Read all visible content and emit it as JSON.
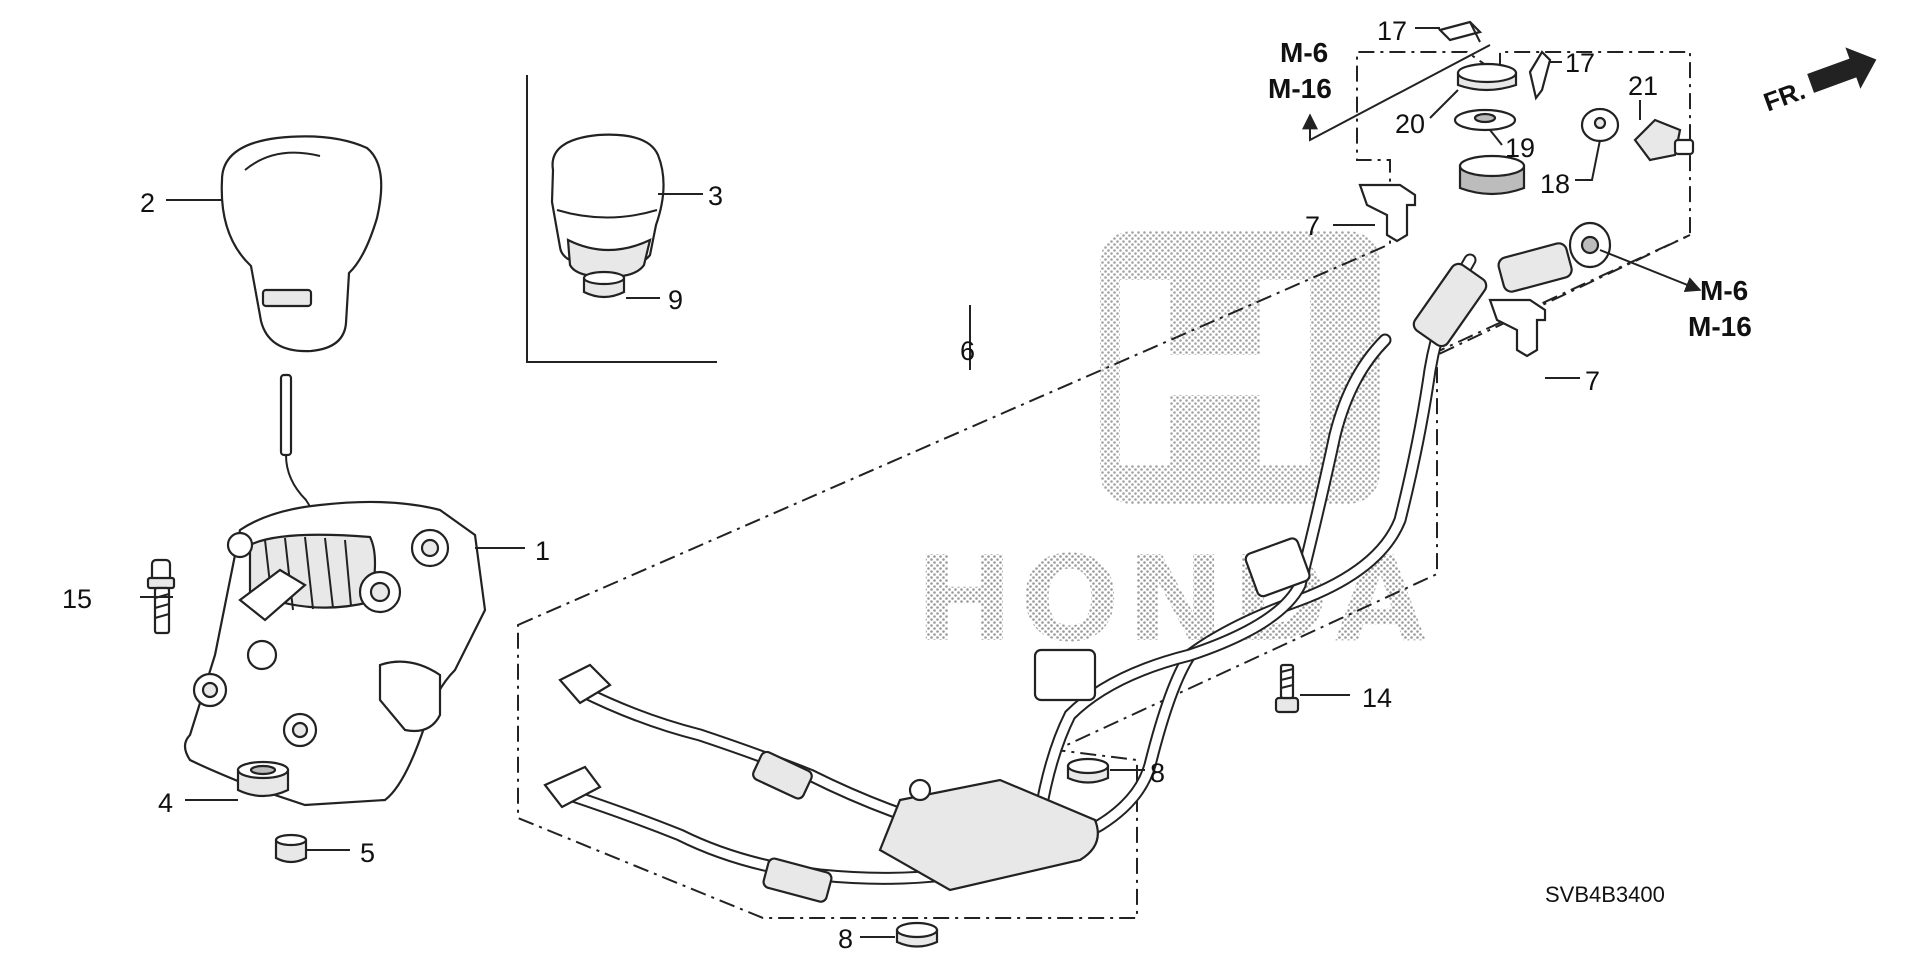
{
  "diagram": {
    "code": "SVB4B3400",
    "front_marker": "FR.",
    "watermark_text": "HONDA",
    "refs": [
      {
        "id": "ref-top",
        "lines": [
          "M-6",
          "M-16"
        ]
      },
      {
        "id": "ref-right",
        "lines": [
          "M-6",
          "M-16"
        ]
      }
    ],
    "callouts": [
      {
        "id": "part-1",
        "label": "1"
      },
      {
        "id": "part-2",
        "label": "2"
      },
      {
        "id": "part-3",
        "label": "3"
      },
      {
        "id": "part-4",
        "label": "4"
      },
      {
        "id": "part-5",
        "label": "5"
      },
      {
        "id": "part-6",
        "label": "6"
      },
      {
        "id": "part-7a",
        "label": "7"
      },
      {
        "id": "part-7b",
        "label": "7"
      },
      {
        "id": "part-8a",
        "label": "8"
      },
      {
        "id": "part-8b",
        "label": "8"
      },
      {
        "id": "part-9",
        "label": "9"
      },
      {
        "id": "part-14",
        "label": "14"
      },
      {
        "id": "part-15",
        "label": "15"
      },
      {
        "id": "part-17a",
        "label": "17"
      },
      {
        "id": "part-17b",
        "label": "17"
      },
      {
        "id": "part-18",
        "label": "18"
      },
      {
        "id": "part-19",
        "label": "19"
      },
      {
        "id": "part-20",
        "label": "20"
      },
      {
        "id": "part-21",
        "label": "21"
      }
    ]
  }
}
